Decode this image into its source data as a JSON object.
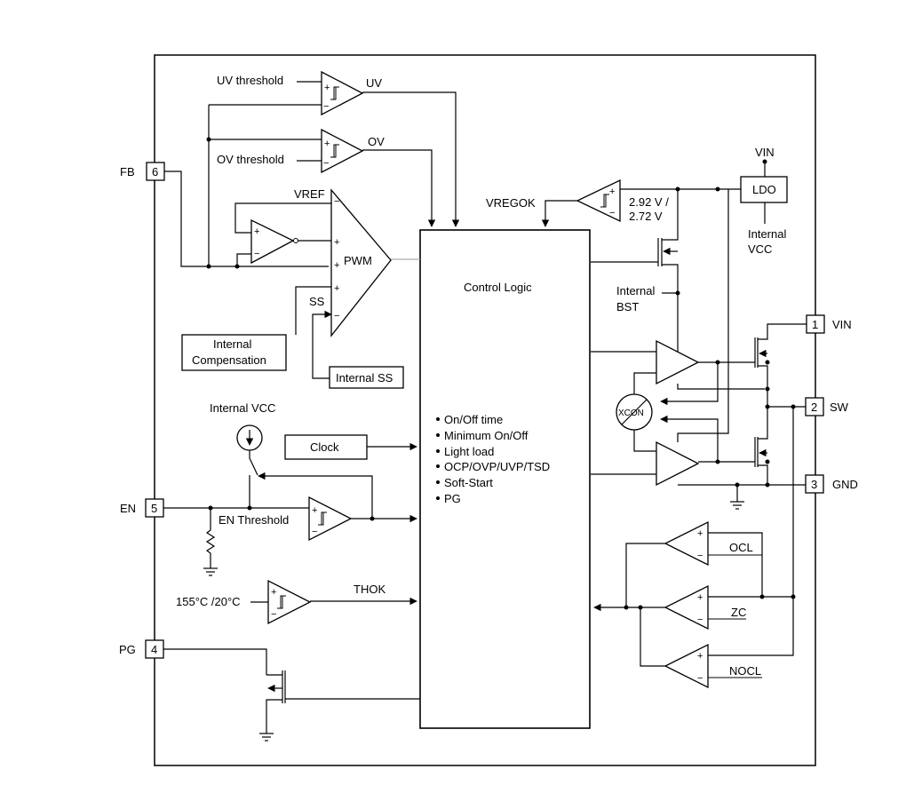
{
  "pins": {
    "fb": {
      "name": "FB",
      "num": "6"
    },
    "en": {
      "name": "EN",
      "num": "5"
    },
    "pg": {
      "name": "PG",
      "num": "4"
    },
    "vin": {
      "name": "VIN",
      "num": "1"
    },
    "sw": {
      "name": "SW",
      "num": "2"
    },
    "gnd": {
      "name": "GND",
      "num": "3"
    }
  },
  "labels": {
    "uv_threshold": "UV threshold",
    "uv": "UV",
    "ov": "OV",
    "ov_threshold": "OV threshold",
    "vref": "VREF",
    "pwm": "PWM",
    "ss": "SS",
    "internal_compensation_1": "Internal",
    "internal_compensation_2": "Compensation",
    "internal_ss": "Internal SS",
    "internal_vcc_top": "Internal VCC",
    "clock": "Clock",
    "en_threshold": "EN Threshold",
    "temp_threshold": "155°C /20°C",
    "thok": "THOK",
    "vregok": "VREGOK",
    "vreg_thresh_1": "2.92 V /",
    "vreg_thresh_2": "2.72 V",
    "vin_top": "VIN",
    "ldo": "LDO",
    "internal_vcc_ldo_1": "Internal",
    "internal_vcc_ldo_2": "VCC",
    "internal_bst_1": "Internal",
    "internal_bst_2": "BST",
    "xcon": "XCON",
    "ocl": "OCL",
    "zc": "ZC",
    "nocl": "NOCL",
    "plus": "+",
    "minus": "−"
  },
  "control_logic": {
    "title": "Control Logic",
    "features": [
      "On/Off time",
      "Minimum On/Off",
      "Light load",
      "OCP/OVP/UVP/TSD",
      "Soft-Start",
      "PG"
    ]
  }
}
